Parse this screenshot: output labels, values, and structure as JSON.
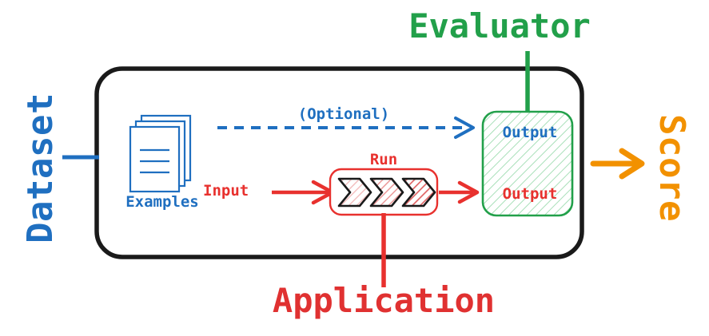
{
  "diagram": {
    "title_labels": {
      "dataset": "Dataset",
      "evaluator": "Evaluator",
      "application": "Application",
      "score": "Score"
    },
    "inner_labels": {
      "examples": "Examples",
      "optional": "(Optional)",
      "input": "Input",
      "run": "Run",
      "output_top": "Output",
      "output_bottom": "Output"
    },
    "colors": {
      "dataset_blue": "#1f6fc0",
      "evaluator_green": "#22A04A",
      "application_red": "#E03131",
      "score_orange": "#F29100",
      "input_red": "#E8312E",
      "container_black": "#1a1a1a",
      "output_box_fill": "#eef9f0",
      "chevron_fill_light": "#fdeeee",
      "chevron_fill_mid": "#fadddd",
      "chevron_fill_dark": "#f6caca"
    },
    "icons": {
      "examples": "documents-stack-icon",
      "pipeline": "chevron-pipeline-icon"
    },
    "connectors": {
      "dataset_to_container": "solid-blue-line",
      "optional_arrow": "dashed-blue-arrow",
      "input_arrow": "solid-red-arrow",
      "run_to_output_arrow": "solid-red-arrow",
      "container_to_score_arrow": "solid-orange-arrow",
      "evaluator_to_output_box": "solid-green-line",
      "application_to_run_box": "solid-red-line"
    }
  }
}
